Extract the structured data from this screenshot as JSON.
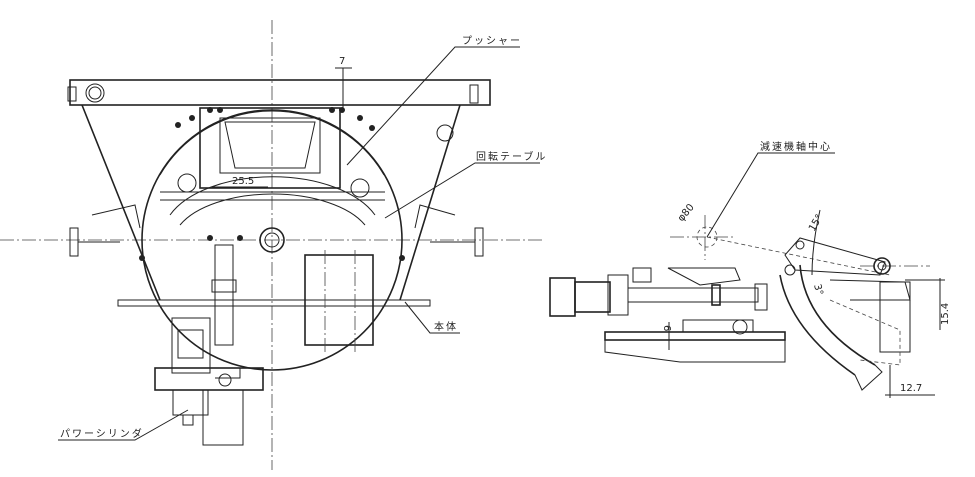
{
  "labels": {
    "pusher": "プッシャー",
    "rotary_table": "回転テーブル",
    "main_body": "本体",
    "power_cylinder": "パワーシリンダ",
    "reducer_shaft_center": "減速機軸中心"
  },
  "dimensions": {
    "pusher_offset": "7",
    "width_25_5": "25.5",
    "diameter": "φ80",
    "angle_15": "15°",
    "angle_3": "3°",
    "gap_6": "6",
    "height_15_4": "15.4",
    "offset_12_7": "12.7"
  }
}
